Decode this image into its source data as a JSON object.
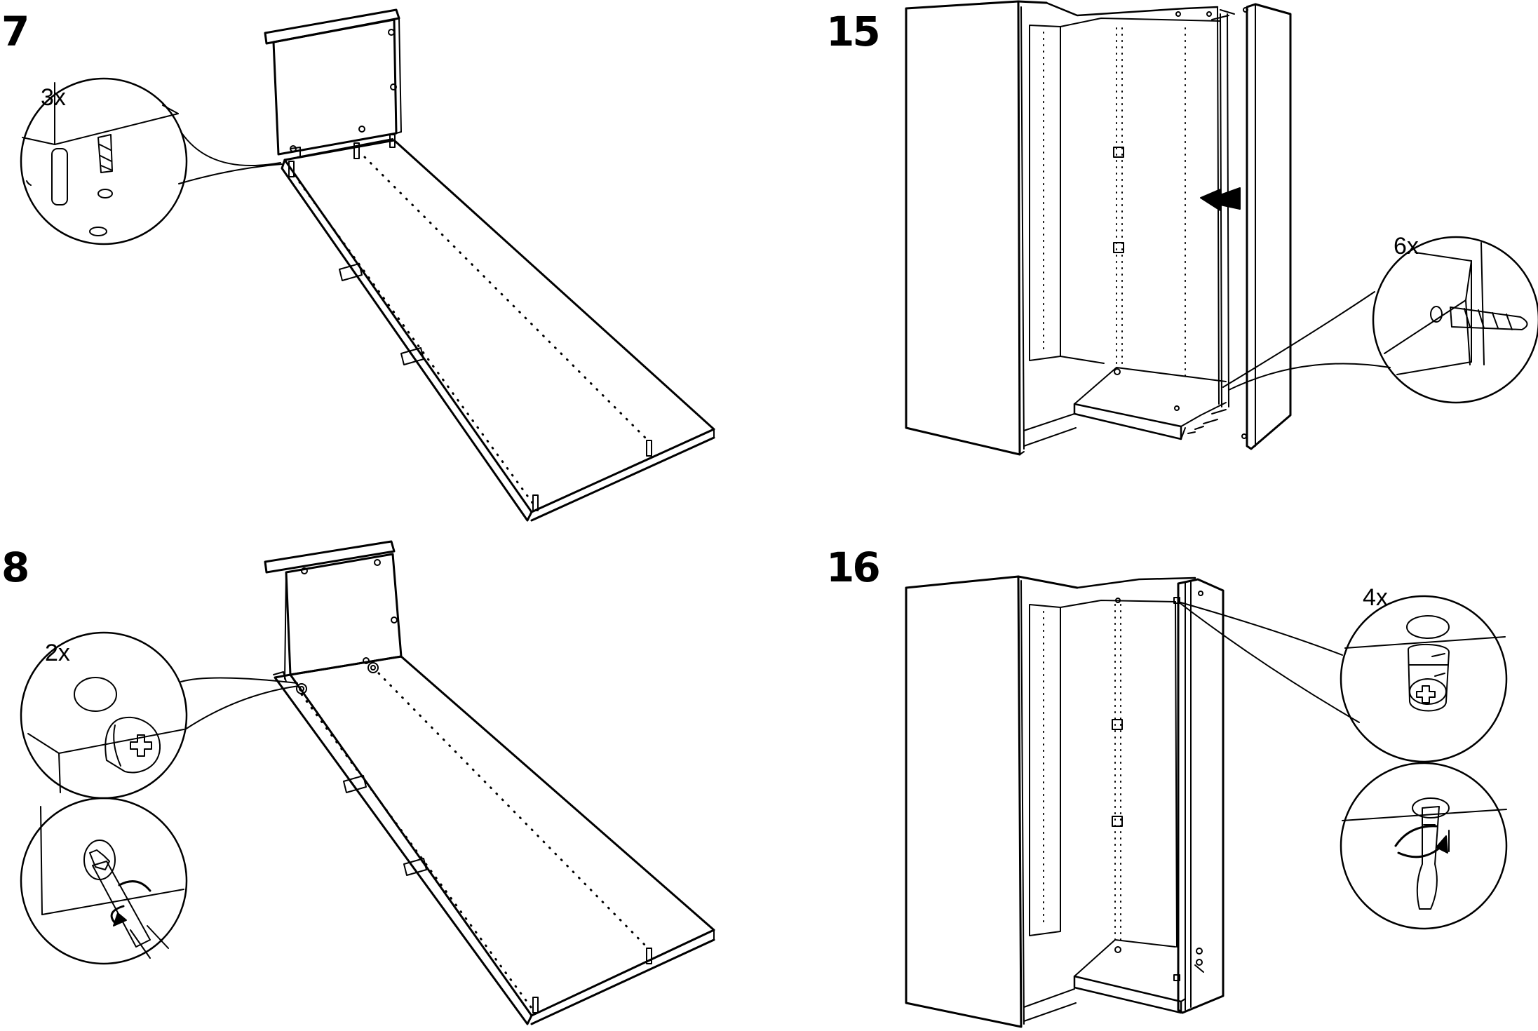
{
  "steps": [
    {
      "number": "7",
      "quantity": "3x"
    },
    {
      "number": "8",
      "quantity": "2x"
    },
    {
      "number": "15",
      "quantity": "6x"
    },
    {
      "number": "16",
      "quantity": "4x"
    }
  ],
  "icons": {
    "dowel": "wooden-dowel-icon",
    "cam_lock": "cam-lock-icon",
    "screwdriver": "screwdriver-icon",
    "arrow": "direction-arrow-icon"
  },
  "colors": {
    "line": "#000000",
    "background": "#ffffff"
  }
}
